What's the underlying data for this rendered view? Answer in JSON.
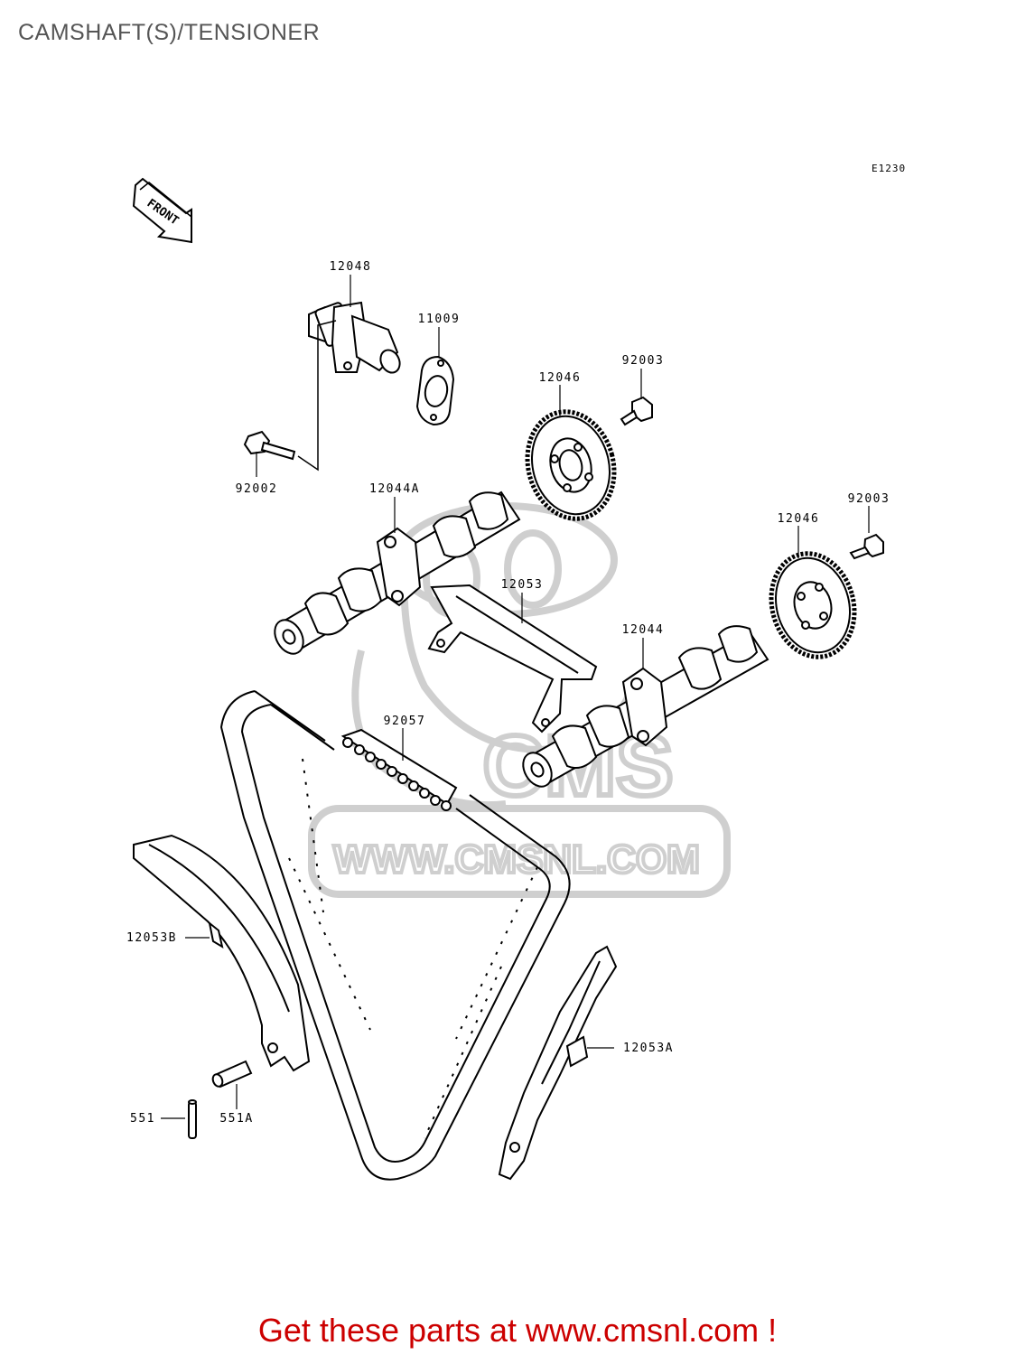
{
  "page": {
    "title": "CAMSHAFT(S)/TENSIONER",
    "ref_code": "E1230",
    "front_label": "FRONT",
    "cta": "Get these parts at www.cmsnl.com !"
  },
  "watermark": {
    "brand": "CMS",
    "url": "WWW.CMSNL.COM"
  },
  "parts": [
    {
      "key": "p12048",
      "code": "12048"
    },
    {
      "key": "p11009",
      "code": "11009"
    },
    {
      "key": "p12046a",
      "code": "12046"
    },
    {
      "key": "p92003a",
      "code": "92003"
    },
    {
      "key": "p92002",
      "code": "92002"
    },
    {
      "key": "p12044A",
      "code": "12044A"
    },
    {
      "key": "p92003b",
      "code": "92003"
    },
    {
      "key": "p12046b",
      "code": "12046"
    },
    {
      "key": "p12053",
      "code": "12053"
    },
    {
      "key": "p12044",
      "code": "12044"
    },
    {
      "key": "p92057",
      "code": "92057"
    },
    {
      "key": "p12053B",
      "code": "12053B"
    },
    {
      "key": "p12053A",
      "code": "12053A"
    },
    {
      "key": "p551",
      "code": "551"
    },
    {
      "key": "p551A",
      "code": "551A"
    }
  ],
  "colors": {
    "cta": "#cc0000",
    "title": "#555555",
    "watermark": "#cfcfcf",
    "ink": "#000000"
  }
}
